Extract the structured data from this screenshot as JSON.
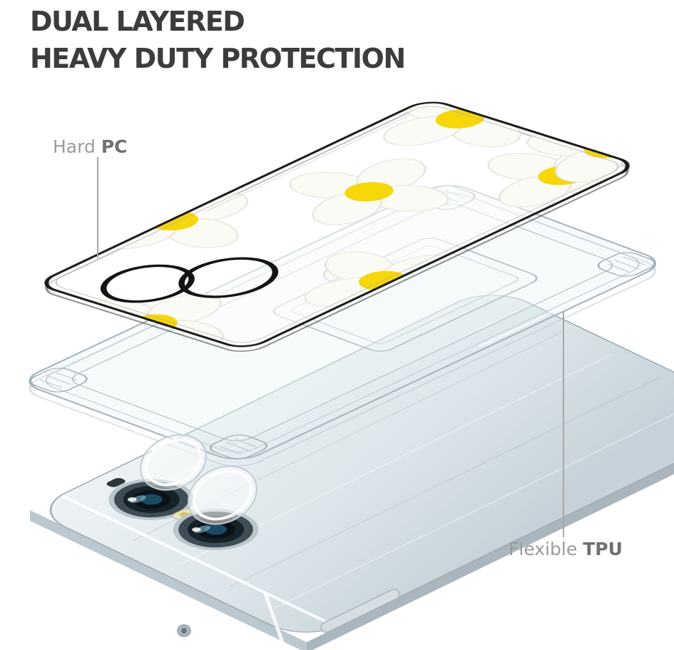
{
  "title": {
    "line1": "DUAL LAYERED",
    "line2": "HEAVY DUTY PROTECTION"
  },
  "callouts": {
    "hard_pc": {
      "label_light": "Hard",
      "label_bold": "PC"
    },
    "flexible_tpu": {
      "label_light": "Flexible",
      "label_bold": "TPU"
    }
  },
  "colors": {
    "page_bg": "#ffffff",
    "title_text": "#3c3c3c",
    "callout_light": "#9b9b9b",
    "callout_bold": "#707070",
    "leader_line": "#a8a8a8",
    "flower_yellow": "#f7d60a",
    "plate_outline": "#1d1d1d",
    "tpu_line": "#a9b6be",
    "phone_light": "#eef3f5",
    "phone_dark": "#c6d2d9"
  }
}
